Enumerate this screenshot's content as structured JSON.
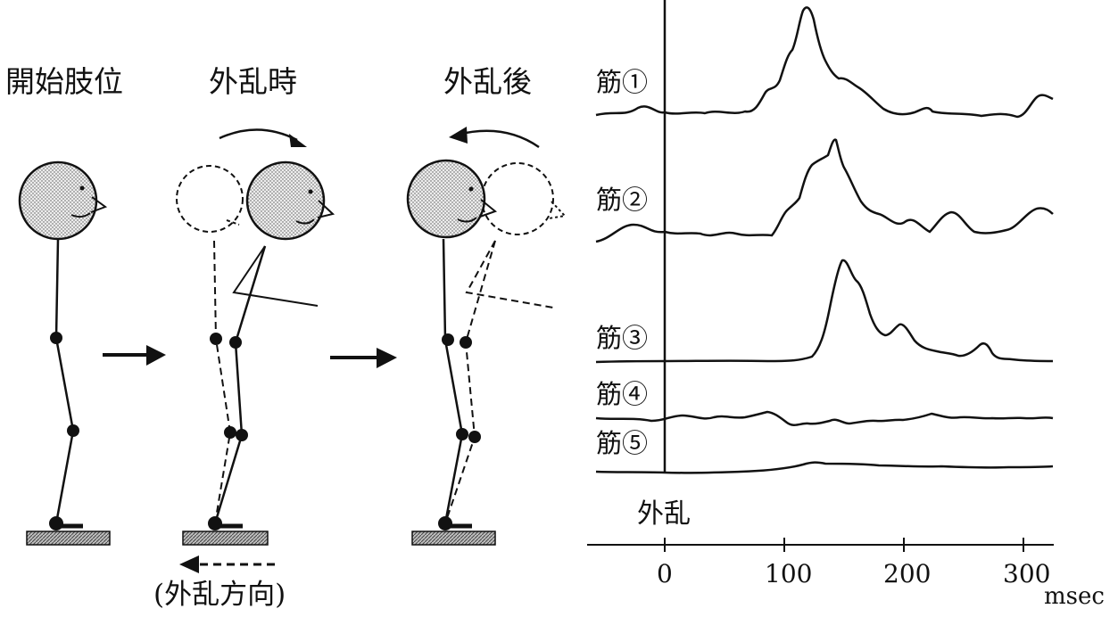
{
  "figure": {
    "titles": {
      "start": "開始肢位",
      "during": "外乱時",
      "after": "外乱後"
    },
    "direction_label": "(外乱方向)",
    "perturbation_marker": "外乱",
    "unit": "msec"
  },
  "emg": {
    "muscles": [
      "筋①",
      "筋②",
      "筋③",
      "筋④",
      "筋⑤"
    ],
    "x_ticks": [
      "0",
      "100",
      "200",
      "300"
    ]
  }
}
